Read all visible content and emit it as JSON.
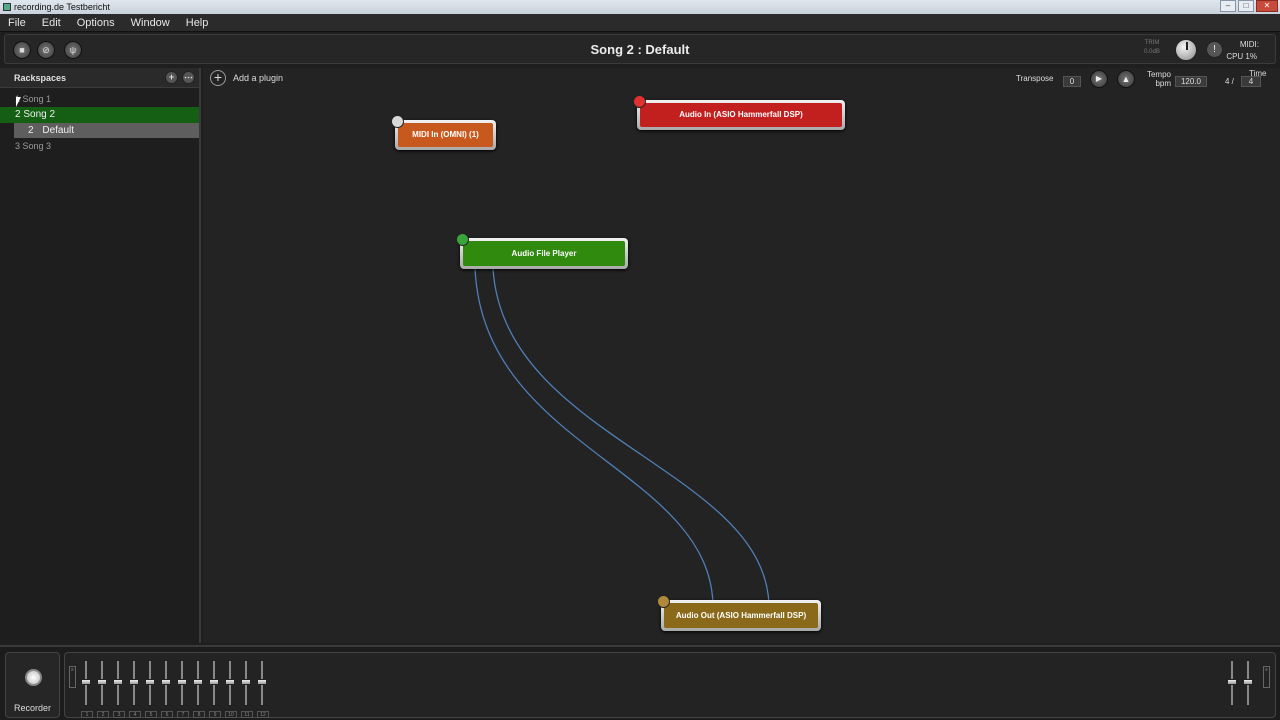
{
  "window": {
    "title": "recording.de Testbericht"
  },
  "menu": [
    "File",
    "Edit",
    "Options",
    "Window",
    "Help"
  ],
  "toolbar": {
    "song_title": "Song 2 : Default",
    "trim_label": "TRIM",
    "trim_value": "0.0dB",
    "midi_label": "MIDI:",
    "cpu_label": "CPU 1%"
  },
  "rackspaces": {
    "header": "Rackspaces",
    "songs": [
      {
        "label": "1 Song 1"
      },
      {
        "label": "2 Song 2"
      },
      {
        "label": "3 Song 3"
      }
    ],
    "variation": {
      "num": "2",
      "label": "Default"
    }
  },
  "canvas_toolbar": {
    "add_plugin_label": "Add a plugin",
    "transpose_label": "Transpose",
    "transpose_value": "0",
    "tempo_label": "Tempo",
    "bpm_label": "bpm",
    "tempo_value": "120.0",
    "time_label": "Time",
    "time_sig_num": "4 /",
    "time_sig_den": "4"
  },
  "plugins": {
    "midi_in": "MIDI In (OMNI) (1)",
    "audio_in": "Audio In (ASIO Hammerfall DSP)",
    "audio_file_player": "Audio File Player",
    "audio_out": "Audio Out (ASIO Hammerfall DSP)"
  },
  "colors": {
    "midi_in": "#c8591e",
    "audio_in": "#c21f1f",
    "audio_file_player": "#2f8a0e",
    "audio_out": "#8a6a1a",
    "active_song": "#145f14",
    "wire": "#4f7fb5"
  },
  "footer": {
    "recorder_label": "Recorder",
    "channels": [
      "1",
      "2",
      "3",
      "4",
      "5",
      "6",
      "7",
      "8",
      "9",
      "10",
      "11",
      "12"
    ]
  }
}
